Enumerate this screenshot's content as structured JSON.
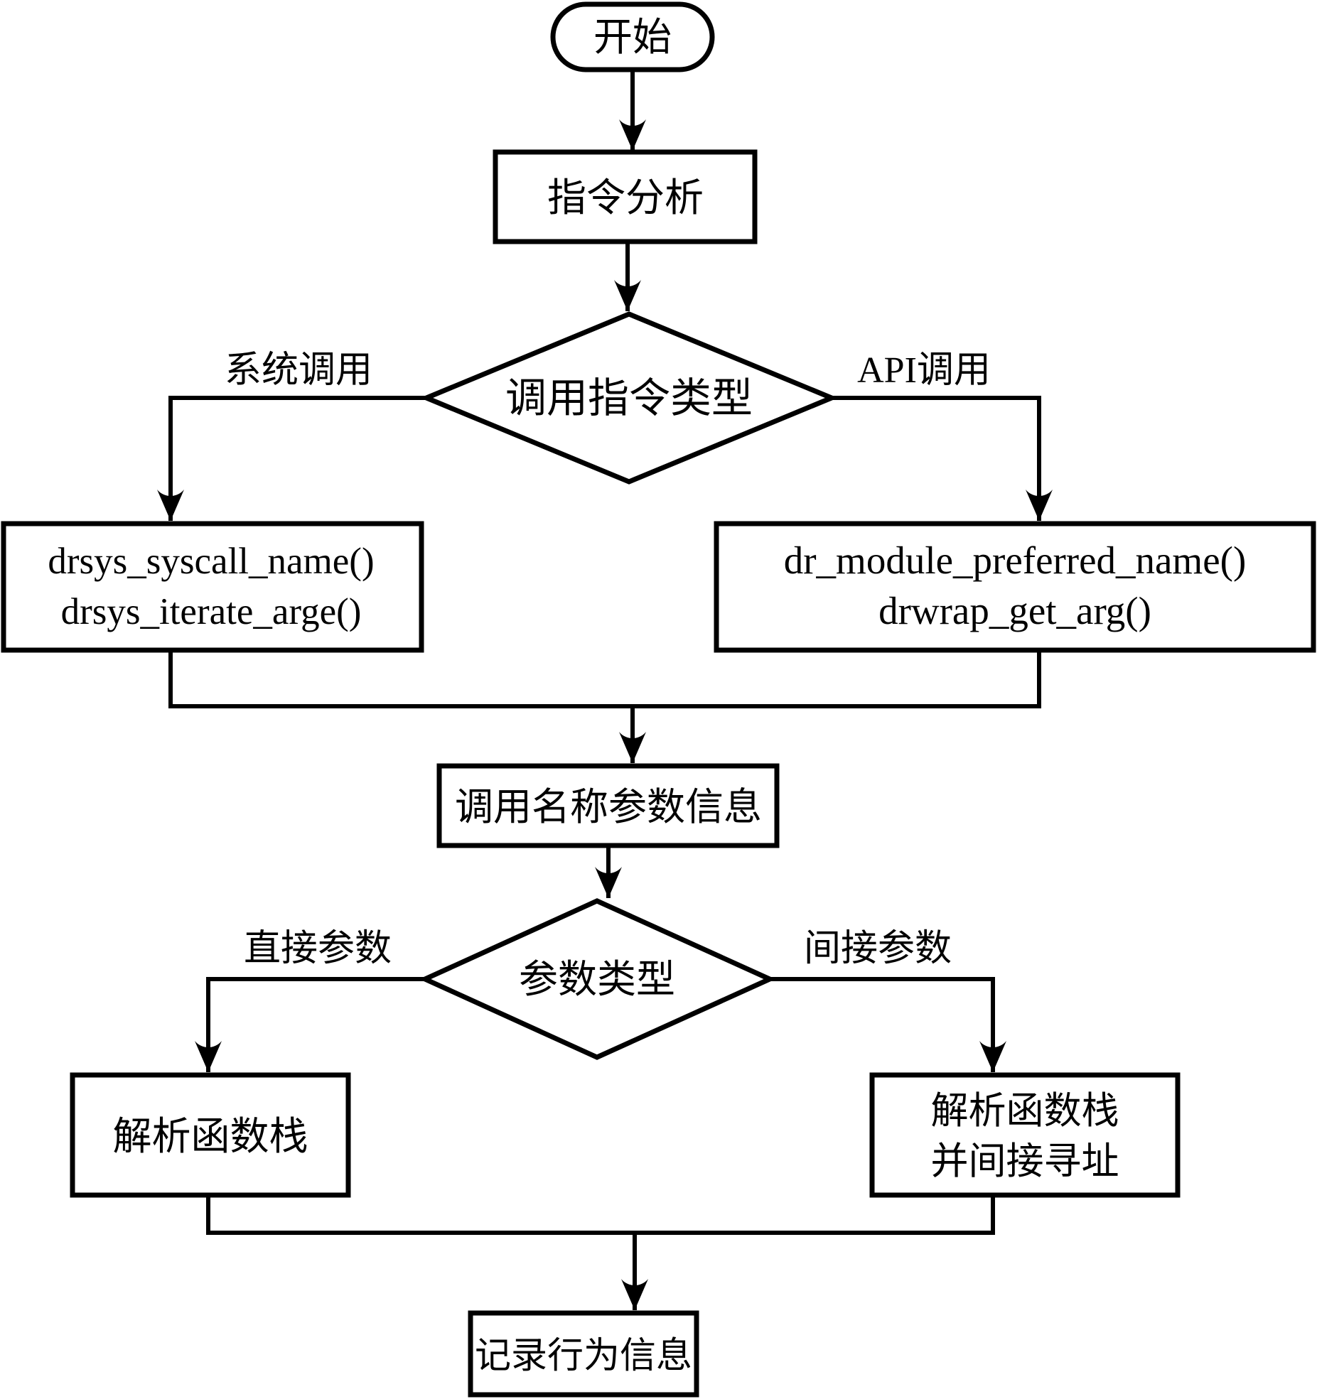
{
  "diagram": {
    "background": "#ffffff",
    "stroke_color": "#000000",
    "nodes": {
      "start": {
        "type": "terminator",
        "label": "开始"
      },
      "instruction_analysis": {
        "type": "process",
        "label": "指令分析"
      },
      "call_type_decision": {
        "type": "decision",
        "label": "调用指令类型"
      },
      "syscall_functions": {
        "type": "process",
        "line1": "drsys_syscall_name()",
        "line2": "drsys_iterate_arge()"
      },
      "api_functions": {
        "type": "process",
        "line1": "dr_module_preferred_name()",
        "line2": "drwrap_get_arg()"
      },
      "call_info": {
        "type": "process",
        "label": "调用名称参数信息"
      },
      "param_type_decision": {
        "type": "decision",
        "label": "参数类型"
      },
      "parse_stack": {
        "type": "process",
        "label": "解析函数栈"
      },
      "parse_stack_indirect": {
        "type": "process",
        "line1": "解析函数栈",
        "line2": "并间接寻址"
      },
      "record_behavior": {
        "type": "process",
        "label": "记录行为信息"
      }
    },
    "edge_labels": {
      "system_call": "系统调用",
      "api_call": "API调用",
      "direct_param": "直接参数",
      "indirect_param": "间接参数"
    }
  }
}
